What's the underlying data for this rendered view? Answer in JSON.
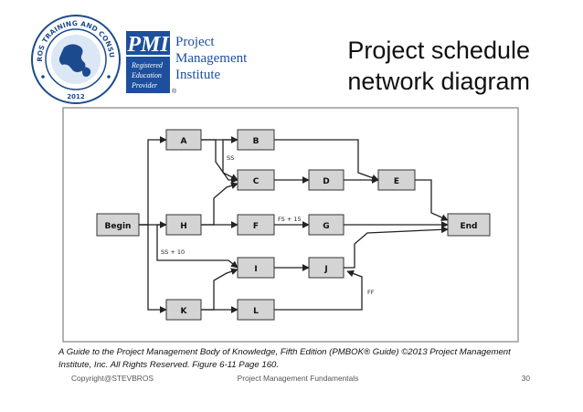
{
  "header": {
    "title_line1": "Project schedule",
    "title_line2": "network diagram"
  },
  "logos": {
    "stevbros_text": "STEVBROS TRAINING AND CONSULTANCY",
    "stevbros_year": "2012",
    "pmi_name_line1": "Project",
    "pmi_name_line2": "Management",
    "pmi_name_line3": "Institute",
    "rep_line1": "Registered",
    "rep_line2": "Education",
    "rep_line3": "Provider",
    "registered_mark": "®"
  },
  "diagram": {
    "nodes": {
      "begin": "Begin",
      "a": "A",
      "b": "B",
      "c": "C",
      "d": "D",
      "e": "E",
      "h": "H",
      "f": "F",
      "g": "G",
      "i": "I",
      "j": "J",
      "k": "K",
      "l": "L",
      "end": "End"
    },
    "labels": {
      "ss": "SS",
      "fs15": "FS + 15",
      "ss10": "SS + 10",
      "ff": "FF"
    }
  },
  "caption": {
    "line1": "A Guide to the Project Management Body of Knowledge, Fifth Edition (PMBOK® Guide) ©2013 Project Management",
    "line2": "Institute, Inc.  All Rights Reserved.  Figure 6-11 Page 160."
  },
  "footer": {
    "left": "Copyright@STEVBROS",
    "center": "Project Management Fundamentals",
    "page_number": "30"
  },
  "colors": {
    "node_fill": "#d4d4d4",
    "node_stroke": "#333333",
    "frame_stroke": "#9a9a9a",
    "pmi_blue": "#1d4f9c",
    "seal_blue": "#1c4a8e"
  }
}
